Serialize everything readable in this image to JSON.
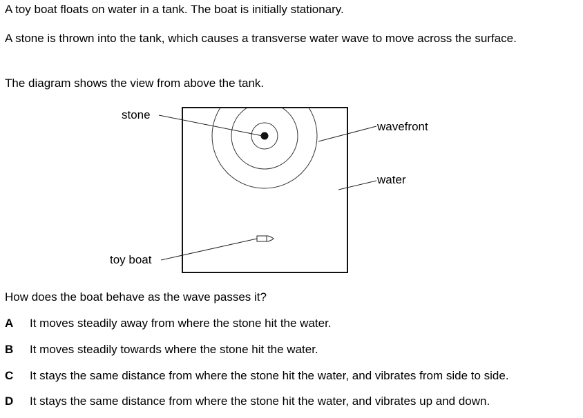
{
  "intro": [
    "A toy boat floats on water in a tank. The boat is initially stationary.",
    "A stone is thrown into the tank, which causes a transverse water wave to move across the surface.",
    "The diagram shows the view from above the tank."
  ],
  "diagram": {
    "labels": {
      "stone": "stone",
      "wavefront": "wavefront",
      "water": "water",
      "toy_boat": "toy boat"
    }
  },
  "question": "How does the boat behave as the wave passes it?",
  "options": [
    {
      "letter": "A",
      "text": "It moves steadily away from where the stone hit the water."
    },
    {
      "letter": "B",
      "text": "It moves steadily towards where the stone hit the water."
    },
    {
      "letter": "C",
      "text": "It stays the same distance from where the stone hit the water, and vibrates from side to side."
    },
    {
      "letter": "D",
      "text": "It stays the same distance from where the stone hit the water, and vibrates up and down."
    }
  ]
}
